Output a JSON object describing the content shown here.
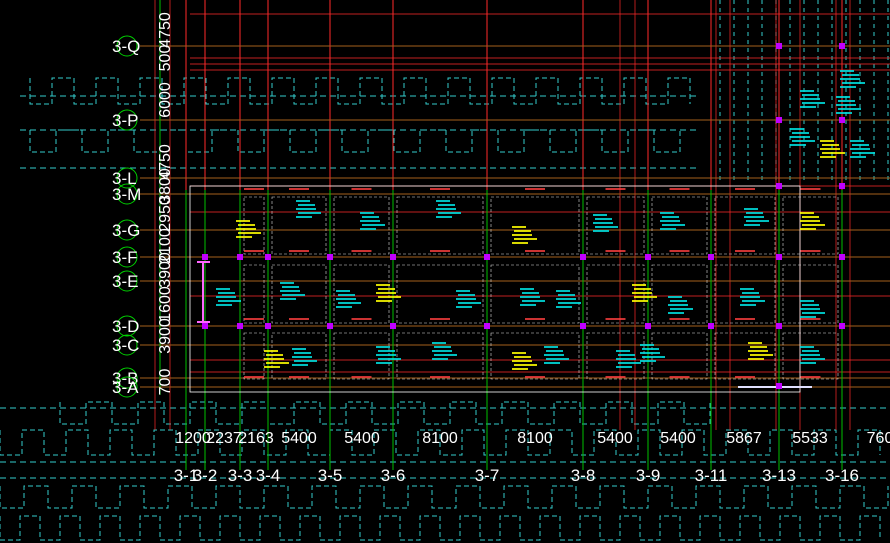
{
  "drawing": {
    "background": "#000000",
    "colors": {
      "axis_line": "#ff2a2a",
      "grid_line": "#00c000",
      "dashed_beam": "#33cccc",
      "text": "#ffffff",
      "column_node": "#c000ff",
      "annotation": "#ffff00",
      "annotation_alt": "#00e0e0"
    },
    "row_axes": [
      {
        "label": "3-Q",
        "dims": [
          "4750"
        ]
      },
      {
        "label": "3-P",
        "dims": [
          "6000",
          "500"
        ]
      },
      {
        "label": "3-L",
        "dims": [
          "4750"
        ]
      },
      {
        "label": "3-M",
        "dims": [
          "3800"
        ]
      },
      {
        "label": "3-G",
        "dims": [
          "2950"
        ]
      },
      {
        "label": "3-F",
        "dims": [
          "2100"
        ]
      },
      {
        "label": "3-E",
        "dims": [
          "3900"
        ]
      },
      {
        "label": "3-D",
        "dims": [
          "1600"
        ]
      },
      {
        "label": "3-C",
        "dims": [
          "3900"
        ]
      },
      {
        "label": "3-B",
        "dims": [
          "700"
        ]
      },
      {
        "label": "3-A",
        "dims": []
      }
    ],
    "col_dims": [
      "1200",
      "2237",
      "2163",
      "5400",
      "5400",
      "8100",
      "8100",
      "5400",
      "5400",
      "5867",
      "5533",
      "760"
    ],
    "col_axes": [
      "3-1",
      "3-2",
      "3-3",
      "3-4",
      "3-5",
      "3-6",
      "3-7",
      "3-8",
      "3-9",
      "3-11",
      "3-13",
      "3-16"
    ]
  }
}
